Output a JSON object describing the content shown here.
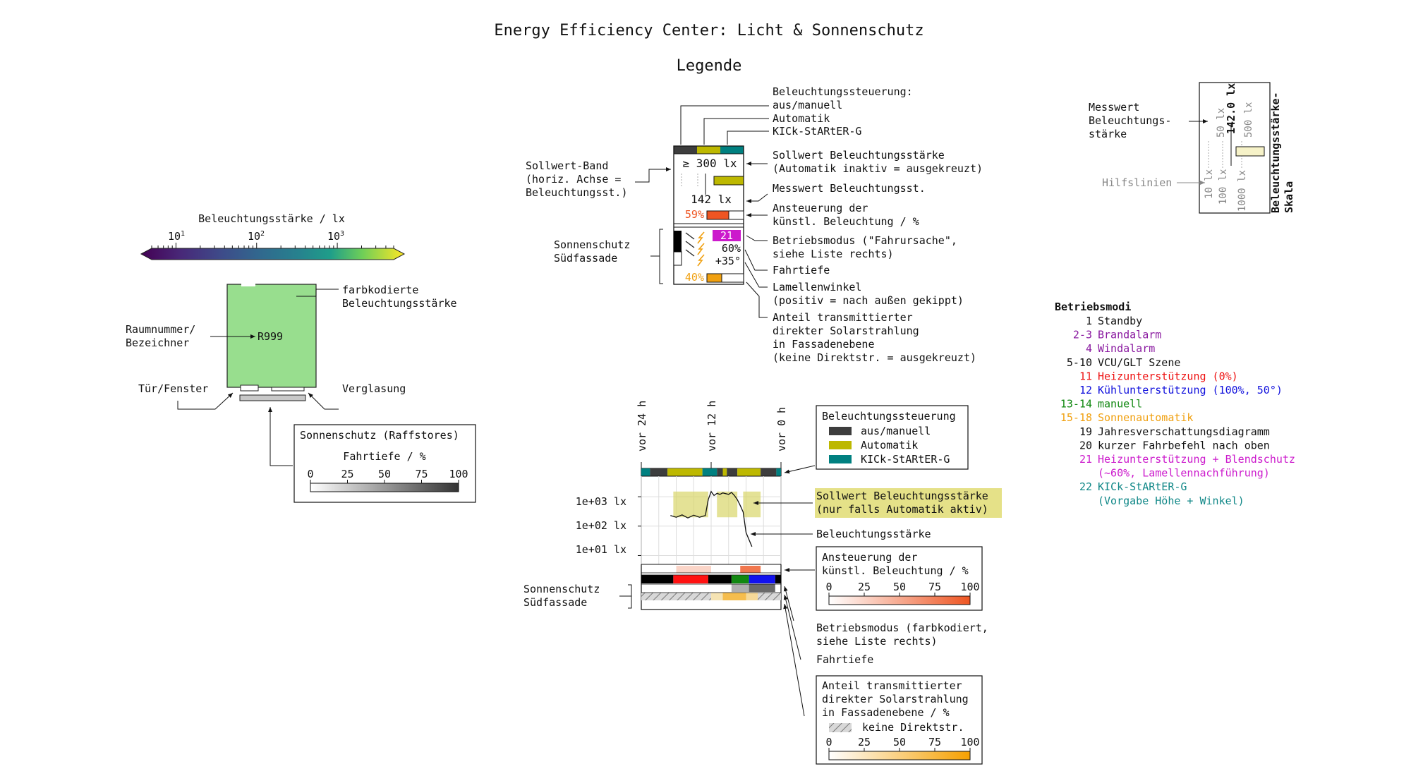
{
  "title": "Energy Efficiency Center: Licht & Sonnenschutz",
  "legend_title": "Legende",
  "colorbar": {
    "label": "Beleuchtungsstärke / lx",
    "ticks": [
      {
        "base": "10",
        "exp": "1"
      },
      {
        "base": "10",
        "exp": "2"
      },
      {
        "base": "10",
        "exp": "3"
      }
    ],
    "range_lx": [
      5,
      5000
    ],
    "colormap": "viridis"
  },
  "room_legend": {
    "room_label": "R999",
    "annot_color": "farbkodierte\nBeleuchtungsstärke",
    "annot_room": "Raumnummer/\nBezeichner",
    "annot_door": "Tür/Fenster",
    "annot_glazing": "Verglasung",
    "room_fill": "#98de8e"
  },
  "raffstore_box": {
    "title": "Sonnenschutz (Raffstores)",
    "label": "Fahrtiefe / %",
    "ticks": [
      "0",
      "25",
      "50",
      "75",
      "100"
    ]
  },
  "tile_legend": {
    "mode_colors": [
      "#3d3d3d",
      "#bdb800",
      "#008080"
    ],
    "setpoint_text": "≥ 300 lx",
    "measured_text": "142 lx",
    "actuation_text": "59%",
    "mode_badge": "21",
    "depth_text": "60%",
    "angle_text": "+35°",
    "transmitted_text": "40%",
    "annot_control": "Beleuchtungssteuerung:\naus/manuell",
    "annot_auto": "Automatik",
    "annot_kick": "KICk-StARtER-G",
    "annot_setpoint": "Sollwert Beleuchtungsstärke\n(Automatik inaktiv = ausgekreuzt)",
    "annot_measured": "Messwert Beleuchtungsst.",
    "annot_actuation": "Ansteuerung der\nkünstl. Beleuchtung / %",
    "annot_mode": "Betriebsmodus (\"Fahrursache\",\nsiehe Liste rechts)",
    "annot_depth": "Fahrtiefe",
    "annot_angle": "Lamellenwinkel\n(positiv = nach außen gekippt)",
    "annot_transmitted": "Anteil transmittierter\ndirekter Solarstrahlung\nin Fassadenebene\n(keine Direktstr. = ausgekreuzt)",
    "annot_band": "Sollwert-Band\n(horiz. Achse =\nBeleuchtungsst.)",
    "annot_sunshade": "Sonnenschutz\nSüdfassade"
  },
  "scale_legend": {
    "annot_measured": "Messwert\nBeleuchtungs-\nstärke",
    "annot_helplines": "Hilfslinien",
    "value_text": "142.0 lx",
    "lines": [
      "10 lx",
      "100 lx",
      "1000 lx"
    ],
    "top_labels": [
      "50 lx",
      "500 lx"
    ],
    "axis_label": "Beleuchtungsstärke-\nSkala"
  },
  "modes": {
    "title": "Betriebsmodi",
    "items": [
      {
        "num": "1",
        "label": "Standby",
        "color": "#111111"
      },
      {
        "num": "2-3",
        "label": "Brandalarm",
        "color": "#8a1aa0"
      },
      {
        "num": "4",
        "label": "Windalarm",
        "color": "#8a1aa0"
      },
      {
        "num": "5-10",
        "label": "VCU/GLT Szene",
        "color": "#111111"
      },
      {
        "num": "11",
        "label": "Heizunterstützung (0%)",
        "color": "#ee1111"
      },
      {
        "num": "12",
        "label": "Kühlunterstützung (100%, 50°)",
        "color": "#1111dd"
      },
      {
        "num": "13-14",
        "label": "manuell",
        "color": "#118811"
      },
      {
        "num": "15-18",
        "label": "Sonnenautomatik",
        "color": "#f0a010"
      },
      {
        "num": "19",
        "label": "Jahresverschattungsdiagramm",
        "color": "#111111"
      },
      {
        "num": "20",
        "label": "kurzer Fahrbefehl nach oben",
        "color": "#111111"
      },
      {
        "num": "21",
        "label": "Heizunterstützung + Blendschutz\n(~60%, Lamellennachführung)",
        "color": "#cc1acc"
      },
      {
        "num": "22",
        "label": "KICk-StARtER-G\n(Vorgabe Höhe + Winkel)",
        "color": "#118888"
      }
    ]
  },
  "timeline": {
    "time_labels": [
      "vor 24 h",
      "vor 12 h",
      "vor 0 h"
    ],
    "y_labels": [
      "1e+03 lx",
      "1e+02 lx",
      "1e+01 lx"
    ],
    "annot_sunshade": "Sonnenschutz\nSüdfassade",
    "annot_lux": "Beleuchtungsstärke",
    "annot_mode": "Betriebsmodus (farbkodiert,\nsiehe Liste rechts)",
    "annot_depth": "Fahrtiefe",
    "setpoint_note": "Sollwert Beleuchtungsstärke\n(nur falls Automatik aktiv)",
    "control_legend": {
      "title": "Beleuchtungssteuerung",
      "items": [
        {
          "label": "aus/manuell",
          "color": "#3d3d3d"
        },
        {
          "label": "Automatik",
          "color": "#bdb800"
        },
        {
          "label": "KICk-StARtER-G",
          "color": "#008080"
        }
      ]
    },
    "actuation_legend": {
      "title": "Ansteuerung der\nkünstl. Beleuchtung / %",
      "ticks": [
        "0",
        "25",
        "50",
        "75",
        "100"
      ]
    },
    "solar_legend": {
      "title": "Anteil transmittierter\ndirekter Solarstrahlung\nin Fassadenebene / %",
      "no_sun_label": "keine Direktstr.",
      "ticks": [
        "0",
        "25",
        "50",
        "75",
        "100"
      ]
    }
  },
  "chart_data": {
    "type": "line",
    "title": "",
    "xlabel": "",
    "ylabel": "",
    "x_unit": "h",
    "x_range": [
      -24,
      0
    ],
    "y_scale": "log",
    "y_range_lx": [
      5,
      5000
    ],
    "series": [
      {
        "x": [
          -19,
          -18,
          -17,
          -16,
          -15,
          -14,
          -13,
          -12.5,
          -12,
          -11.5,
          -11,
          -10.5,
          -10,
          -9,
          -8.5,
          -8,
          -7.5,
          -7,
          -6.5,
          -6,
          -5
        ],
        "y": [
          230,
          200,
          240,
          190,
          235,
          200,
          230,
          800,
          1500,
          1100,
          1300,
          1200,
          1350,
          1200,
          1400,
          1100,
          800,
          500,
          300,
          60,
          20
        ]
      }
    ],
    "control_mode_bands": [
      {
        "from": -24,
        "to": -22.5,
        "mode": "KICk-StARtER-G"
      },
      {
        "from": -22.5,
        "to": -19.5,
        "mode": "aus/manuell"
      },
      {
        "from": -19.5,
        "to": -13.5,
        "mode": "Automatik"
      },
      {
        "from": -13.5,
        "to": -11,
        "mode": "KICk-StARtER-G"
      },
      {
        "from": -11,
        "to": -10,
        "mode": "aus/manuell"
      },
      {
        "from": -10,
        "to": -9.3,
        "mode": "Automatik"
      },
      {
        "from": -9.3,
        "to": -7.5,
        "mode": "aus/manuell"
      },
      {
        "from": -7.5,
        "to": -3.5,
        "mode": "Automatik"
      },
      {
        "from": -3.5,
        "to": -0.8,
        "mode": "aus/manuell"
      },
      {
        "from": -0.8,
        "to": 0,
        "mode": "KICk-StARtER-G"
      }
    ],
    "setpoint_bands_lx": [
      {
        "from": -18.5,
        "to": -12.5,
        "low": 200,
        "high": 1500
      },
      {
        "from": -11,
        "to": -7.5,
        "low": 200,
        "high": 1500
      },
      {
        "from": -6.5,
        "to": -3.5,
        "low": 200,
        "high": 1500
      }
    ],
    "actuation_percent": [
      {
        "from": -18,
        "to": -12,
        "value": 25
      },
      {
        "from": -7,
        "to": -3.5,
        "value": 80
      }
    ],
    "mode_bands": [
      {
        "from": -24,
        "to": -18.5,
        "color": "#000000"
      },
      {
        "from": -18.5,
        "to": -12.5,
        "color": "#ff1111"
      },
      {
        "from": -12.5,
        "to": -8.5,
        "color": "#000000"
      },
      {
        "from": -8.5,
        "to": -5.5,
        "color": "#118811"
      },
      {
        "from": -5.5,
        "to": -1,
        "color": "#1111ee"
      },
      {
        "from": -1,
        "to": 0,
        "color": "#000000"
      }
    ],
    "depth_percent": [
      {
        "from": -8.5,
        "to": -5.5,
        "value": 40
      },
      {
        "from": -5.5,
        "to": -1,
        "value": 75
      }
    ],
    "transmitted_percent": [
      {
        "from": -24,
        "to": -12,
        "value": null
      },
      {
        "from": -12,
        "to": -10,
        "value": 30
      },
      {
        "from": -10,
        "to": -6,
        "value": 70
      },
      {
        "from": -6,
        "to": -4,
        "value": 40
      },
      {
        "from": -4,
        "to": 0,
        "value": null
      }
    ]
  }
}
